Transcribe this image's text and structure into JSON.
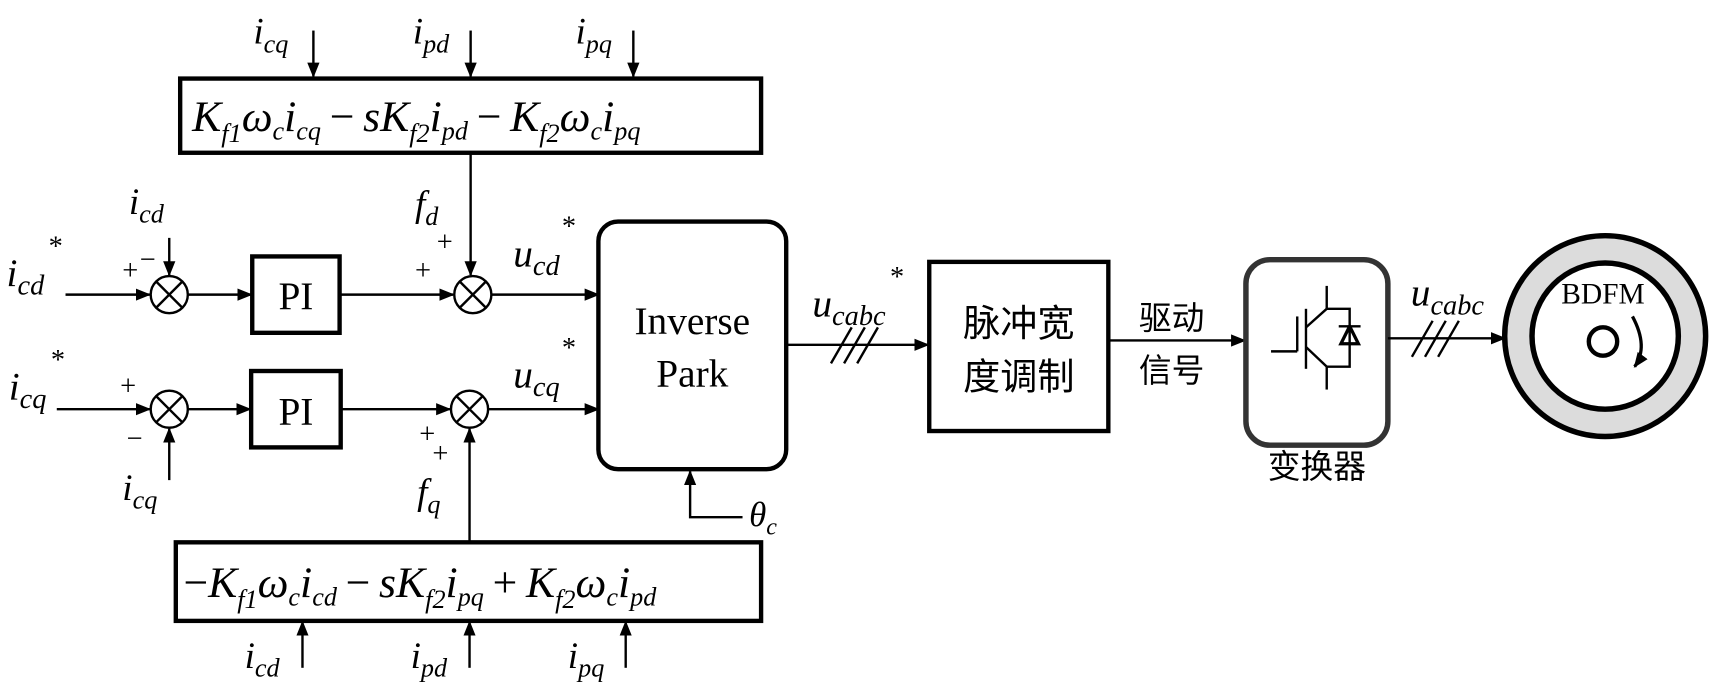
{
  "diagram": {
    "top_feedforward": {
      "expression": "K_f1·ω_c·i_cq − s·K_f2·i_pd − K_f2·ω_c·i_pq",
      "terms": [
        {
          "sign": "",
          "coef": "K",
          "sub": "f1",
          "omega": "ω",
          "omega_sub": "c",
          "var": "i",
          "var_sub": "cq"
        },
        {
          "sign": "−",
          "pre": "s",
          "coef": "K",
          "sub": "f2",
          "var": "i",
          "var_sub": "pd"
        },
        {
          "sign": "−",
          "coef": "K",
          "sub": "f2",
          "omega": "ω",
          "omega_sub": "c",
          "var": "i",
          "var_sub": "pq"
        }
      ],
      "inputs": [
        {
          "base": "i",
          "sub": "cq"
        },
        {
          "base": "i",
          "sub": "pd"
        },
        {
          "base": "i",
          "sub": "pq"
        }
      ],
      "output": {
        "base": "f",
        "sub": "d"
      }
    },
    "bottom_feedforward": {
      "expression": "−K_f1·ω_c·i_cd − s·K_f2·i_pq + K_f2·ω_c·i_pd",
      "terms": [
        {
          "sign": "−",
          "coef": "K",
          "sub": "f1",
          "omega": "ω",
          "omega_sub": "c",
          "var": "i",
          "var_sub": "cd"
        },
        {
          "sign": "−",
          "pre": "s",
          "coef": "K",
          "sub": "f2",
          "var": "i",
          "var_sub": "pq"
        },
        {
          "sign": "+",
          "coef": "K",
          "sub": "f2",
          "omega": "ω",
          "omega_sub": "c",
          "var": "i",
          "var_sub": "pd"
        }
      ],
      "inputs": [
        {
          "base": "i",
          "sub": "cd"
        },
        {
          "base": "i",
          "sub": "pd"
        },
        {
          "base": "i",
          "sub": "pq"
        }
      ],
      "output": {
        "base": "f",
        "sub": "q"
      }
    },
    "d_axis": {
      "reference": {
        "base": "i",
        "sub": "cd",
        "sup": "*"
      },
      "feedback": {
        "base": "i",
        "sub": "cd"
      },
      "sum1_signs": {
        "ref": "+",
        "fb": "−"
      },
      "controller": "PI",
      "sum2_signs": {
        "pi": "+",
        "ff": "+"
      },
      "output": {
        "base": "u",
        "sub": "cd",
        "sup": "*"
      }
    },
    "q_axis": {
      "reference": {
        "base": "i",
        "sub": "cq",
        "sup": "*"
      },
      "feedback": {
        "base": "i",
        "sub": "cq"
      },
      "sum1_signs": {
        "ref": "+",
        "fb": "−"
      },
      "controller": "PI",
      "sum2_signs": {
        "pi": "+",
        "ff": "+"
      },
      "output": {
        "base": "u",
        "sub": "cq",
        "sup": "*"
      }
    },
    "inverse_park": {
      "line1": "Inverse",
      "line2": "Park",
      "angle": {
        "base": "θ",
        "sub": "c"
      }
    },
    "abc_ref": {
      "base": "u",
      "sub": "cabc",
      "sup": "*"
    },
    "pwm_block": {
      "line1": "脉冲宽",
      "line2": "度调制"
    },
    "drive_signal": {
      "line1": "驱动",
      "line2": "信号"
    },
    "converter": {
      "label": "变换器"
    },
    "abc_voltage": {
      "base": "u",
      "sub": "cabc"
    },
    "motor": {
      "label": "BDFM"
    },
    "colors": {
      "line": "#000000",
      "motor_ring": "#dcdcdc",
      "converter_border": "#333333",
      "background": "#ffffff"
    }
  }
}
